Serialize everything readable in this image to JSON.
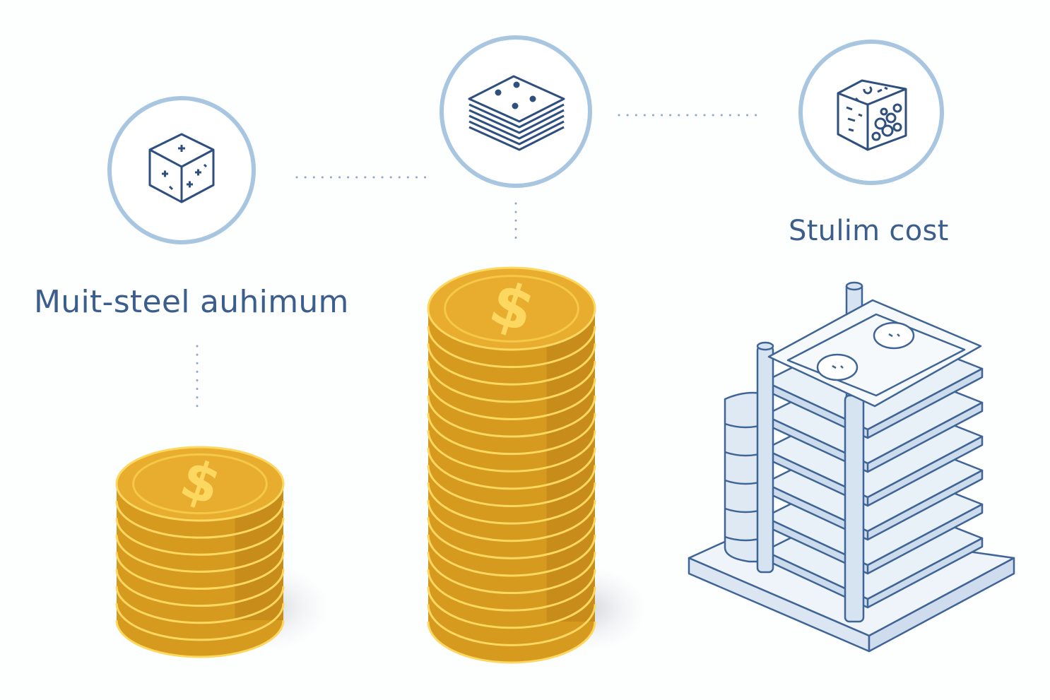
{
  "labels": {
    "left": "Muit-steel auhimum",
    "right": "Stulim cost"
  },
  "icons": [
    {
      "name": "cube-icon",
      "meaning": "cube with plus marks"
    },
    {
      "name": "layered-sheets-icon",
      "meaning": "stack of flat layers"
    },
    {
      "name": "porous-cube-icon",
      "meaning": "cube with porous material"
    }
  ],
  "stacks": [
    {
      "name": "short-coin-stack",
      "coin_count": 8,
      "symbol": "$"
    },
    {
      "name": "tall-coin-stack",
      "coin_count": 18,
      "symbol": "$"
    },
    {
      "name": "banknote-rack",
      "tray_count": 6
    }
  ],
  "colors": {
    "ring": "#a9c6e0",
    "line": "#2f4f7e",
    "dots": "#8fa9c6",
    "coin_top": "#e8ad2e",
    "coin_side": "#d69a1f",
    "coin_dark": "#b77c13",
    "coin_highlight": "#fcd861",
    "rack_fill": "#e8f0f8",
    "rack_line": "#3f6496",
    "text": "#3c5e8c"
  }
}
